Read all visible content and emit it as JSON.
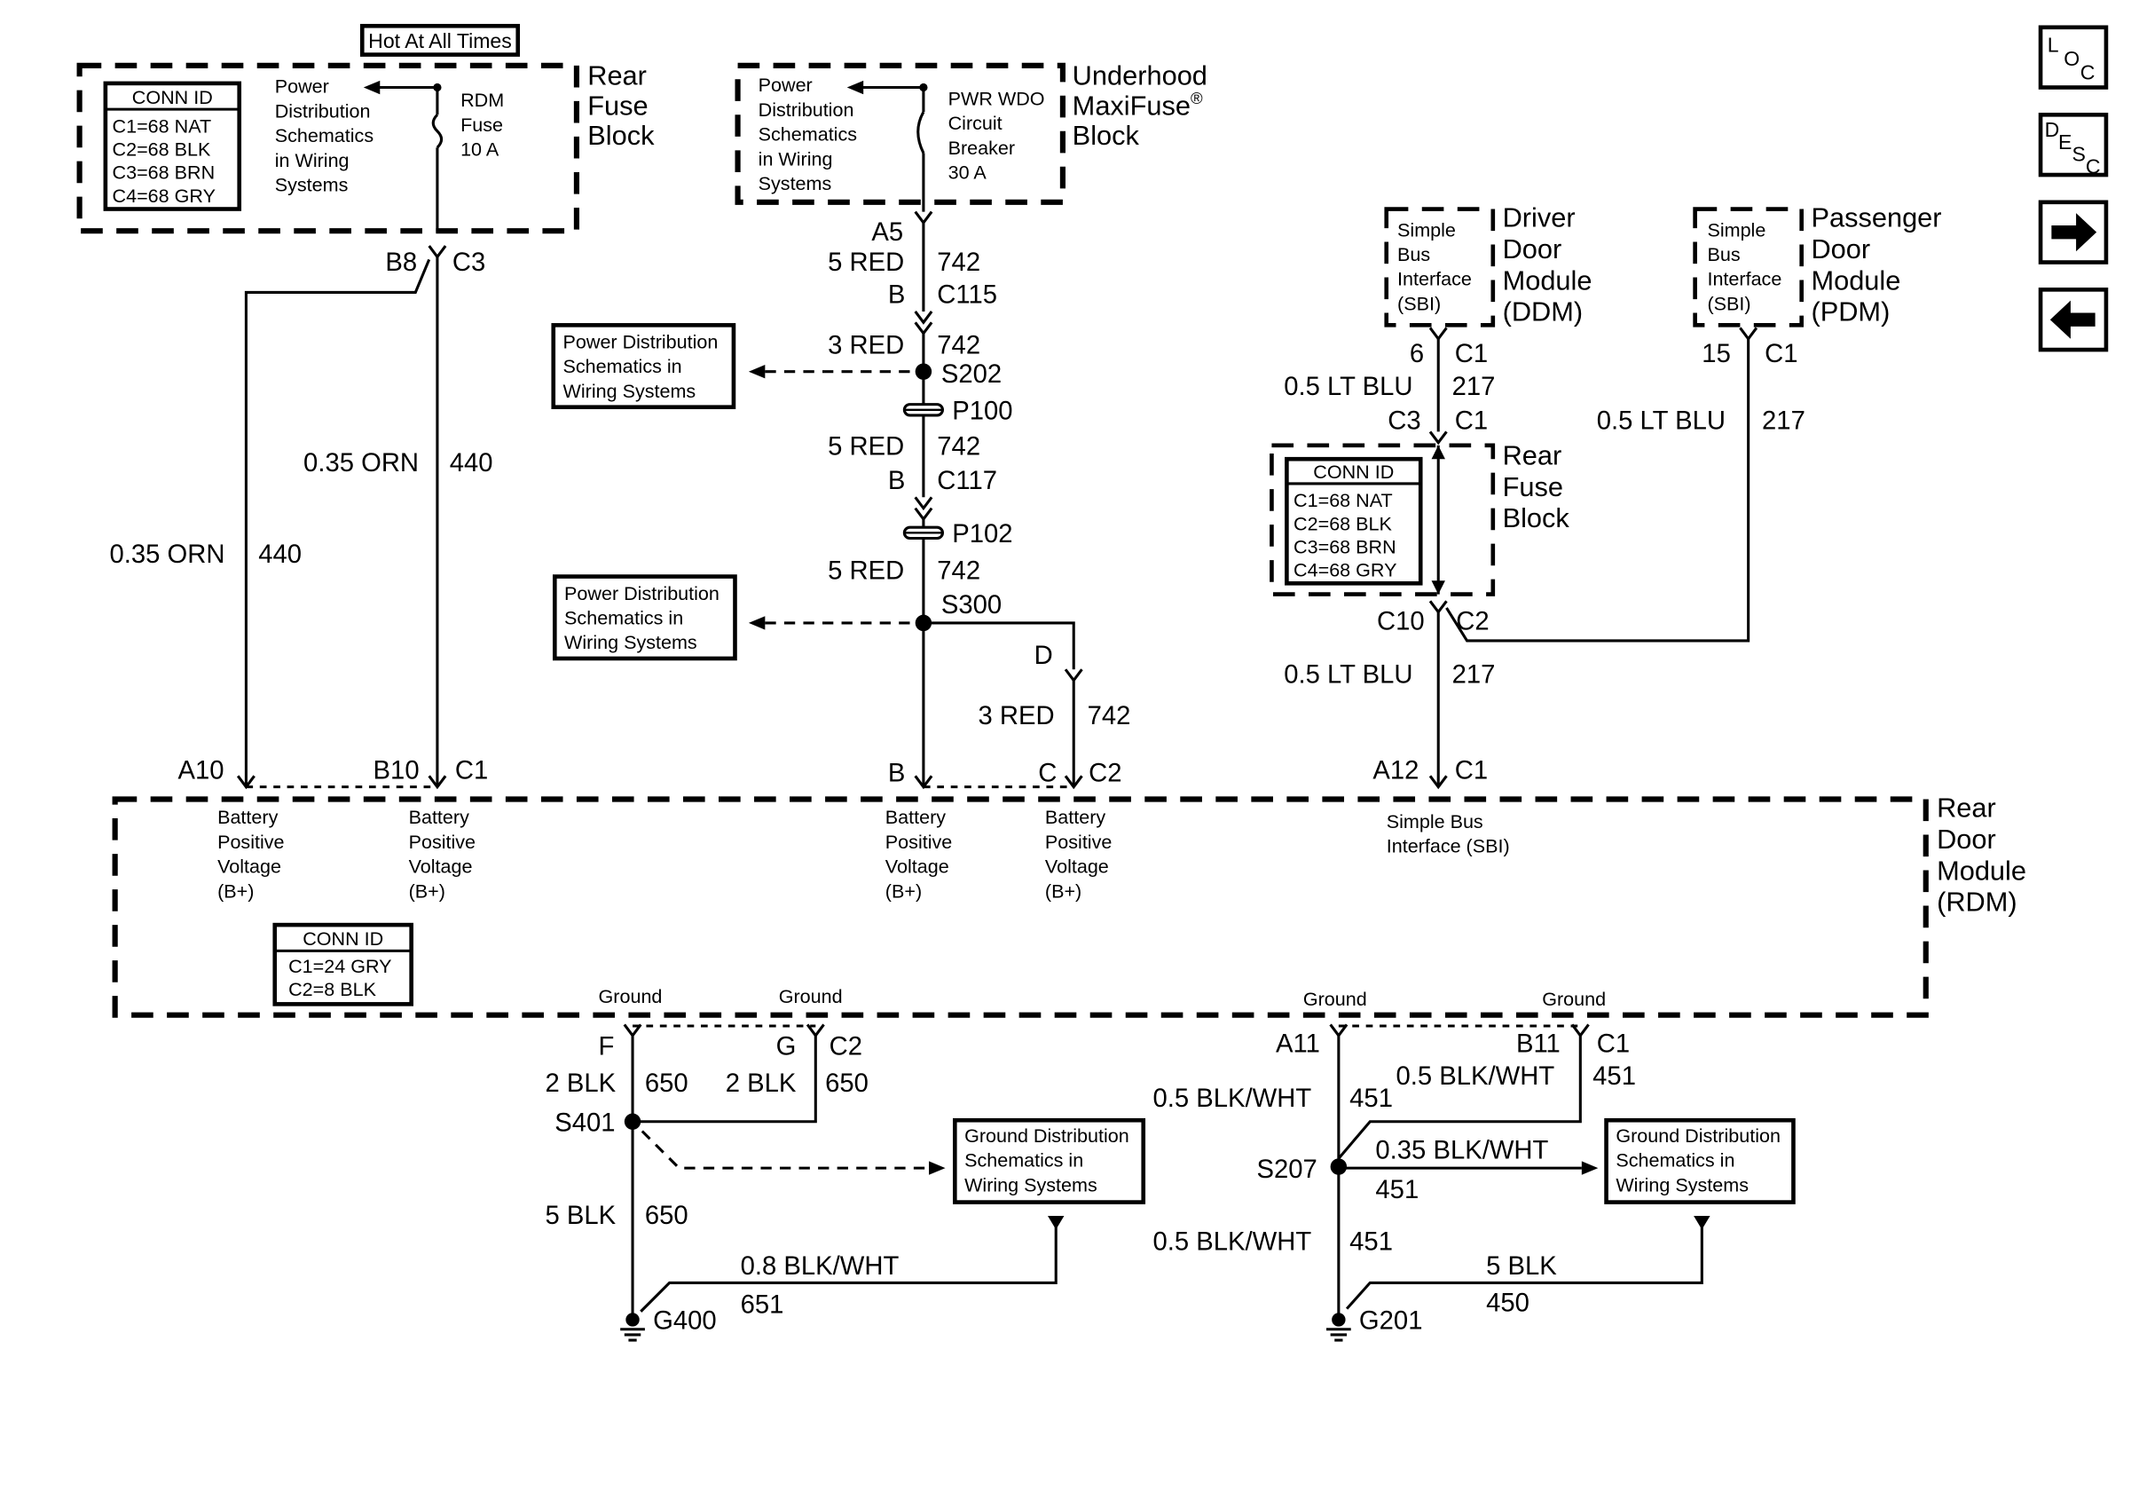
{
  "hot_label": "Hot At All Times",
  "conn_id_title": "CONN ID",
  "rear_fuse_conn": [
    "C1=68 NAT",
    "C2=68 BLK",
    "C3=68 BRN",
    "C4=68 GRY"
  ],
  "rdm_conn": [
    "C1=24 GRY",
    "C2=8 BLK"
  ],
  "rear_fuse_block_title": [
    "Rear",
    "Fuse",
    "Block"
  ],
  "underhood_title": [
    "Underhood",
    "MaxiFuse",
    "Block"
  ],
  "registered_mark": "®",
  "power_dist_4line": [
    "Power",
    "Distribution",
    "Schematics",
    "in Wiring",
    "Systems"
  ],
  "power_dist_3line": [
    "Power Distribution",
    "Schematics in",
    "Wiring Systems"
  ],
  "ground_dist_3line": [
    "Ground Distribution",
    "Schematics in",
    "Wiring Systems"
  ],
  "rdm_fuse": [
    "RDM",
    "Fuse",
    "10 A"
  ],
  "pwr_wdo": [
    "PWR WDO",
    "Circuit",
    "Breaker",
    "30 A"
  ],
  "sbi": [
    "Simple",
    "Bus",
    "Interface",
    "(SBI)"
  ],
  "ddm_title": [
    "Driver",
    "Door",
    "Module",
    "(DDM)"
  ],
  "pdm_title": [
    "Passenger",
    "Door",
    "Module",
    "(PDM)"
  ],
  "rdm_title": [
    "Rear",
    "Door",
    "Module",
    "(RDM)"
  ],
  "batt_pos": [
    "Battery",
    "Positive",
    "Voltage",
    "(B+)"
  ],
  "sbi_inside": [
    "Simple Bus",
    "Interface (SBI)"
  ],
  "ground": "Ground",
  "pins": {
    "b8": "B8",
    "c3": "C3",
    "a5": "A5",
    "b": "B",
    "c115": "C115",
    "c117": "C117",
    "a10": "A10",
    "b10": "B10",
    "c1": "C1",
    "c": "C",
    "c2": "C2",
    "d": "D",
    "six": "6",
    "fifteen": "15",
    "c10": "C10",
    "a12": "A12",
    "f": "F",
    "g": "G",
    "a11": "A11",
    "b11": "B11"
  },
  "splices": {
    "s202": "S202",
    "s300": "S300",
    "p100": "P100",
    "p102": "P102",
    "s401": "S401",
    "s207": "S207",
    "g400": "G400",
    "g201": "G201"
  },
  "wires": {
    "orn": "0.35 ORN",
    "n440": "440",
    "red5": "5 RED",
    "red3": "3 RED",
    "n742": "742",
    "ltblu": "0.5 LT BLU",
    "n217": "217",
    "blk2": "2 BLK",
    "blk5": "5 BLK",
    "n650": "650",
    "blkwht08": "0.8 BLK/WHT",
    "n651": "651",
    "blkwht05": "0.5 BLK/WHT",
    "blkwht035": "0.35 BLK/WHT",
    "n451": "451",
    "n450": "450"
  },
  "nav": {
    "loc": [
      "L",
      "O",
      "C"
    ],
    "desc": [
      "D",
      "E",
      "S",
      "C"
    ],
    "next_icon": "right-arrow-icon",
    "prev_icon": "left-arrow-icon"
  }
}
